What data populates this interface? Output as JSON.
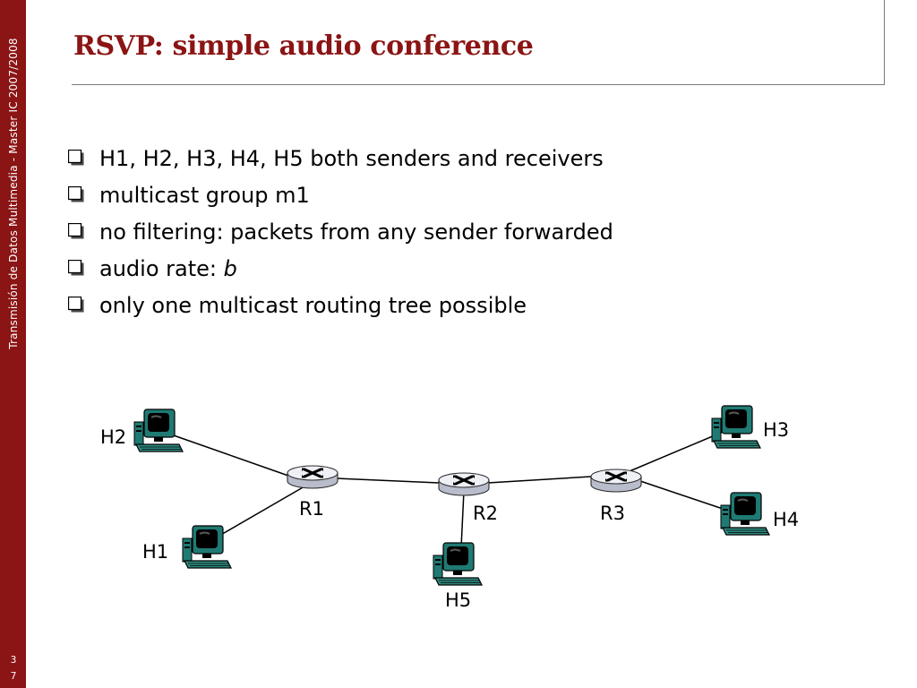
{
  "sidebar": {
    "text": "Transmisión de Datos Multimedia - Master IC 2007/2008",
    "page_number_line1": "3",
    "page_number_line2": "7"
  },
  "slide": {
    "title": "RSVP: simple audio conference",
    "bullets": [
      {
        "text": "H1, H2, H3, H4, H5 both senders and receivers"
      },
      {
        "text": "multicast group m1"
      },
      {
        "text": "no filtering: packets from any sender forwarded"
      },
      {
        "prefix": "audio rate: ",
        "emph": "b"
      },
      {
        "text": "only one multicast routing tree possible"
      }
    ]
  },
  "diagram": {
    "routers": [
      "R1",
      "R2",
      "R3"
    ],
    "hosts": [
      "H1",
      "H2",
      "H3",
      "H4",
      "H5"
    ],
    "links": [
      [
        "H2",
        "R1"
      ],
      [
        "H1",
        "R1"
      ],
      [
        "R1",
        "R2"
      ],
      [
        "R2",
        "H5"
      ],
      [
        "R2",
        "R3"
      ],
      [
        "R3",
        "H3"
      ],
      [
        "R3",
        "H4"
      ]
    ]
  },
  "colors": {
    "sidebar": "#8b1414",
    "title": "#8b1414",
    "router_top": "#eef0f6",
    "router_side": "#b9bccb",
    "monitor_screen": "#000000",
    "monitor_case": "#1f7a73",
    "keyboard": "#2f8a80"
  }
}
